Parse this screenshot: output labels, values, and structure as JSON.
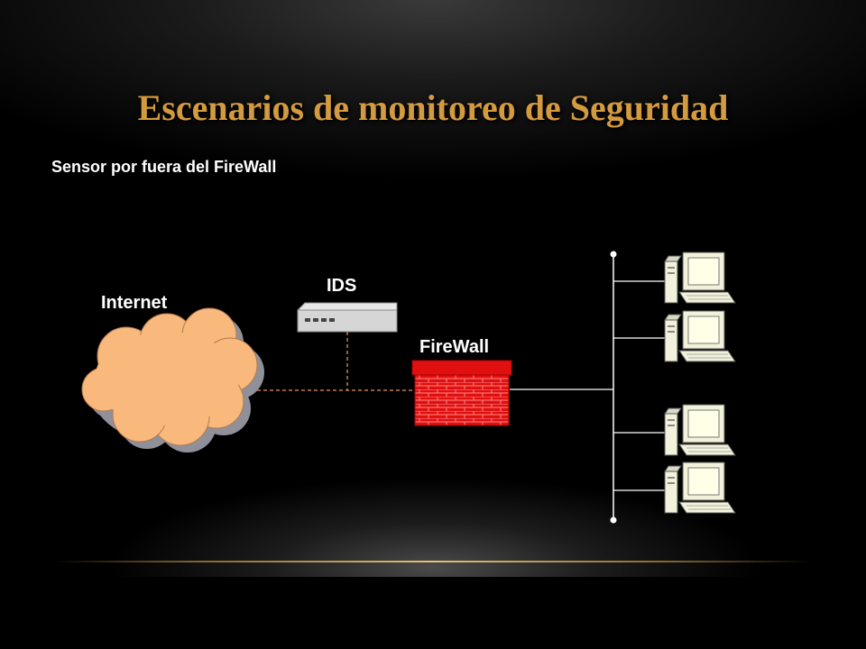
{
  "slide": {
    "title": "Escenarios de monitoreo de Seguridad",
    "subtitle": "Sensor por fuera del FireWall"
  },
  "diagram": {
    "nodes": {
      "internet": {
        "label": "Internet",
        "icon": "cloud-icon"
      },
      "ids": {
        "label": "IDS",
        "icon": "ids-appliance-icon"
      },
      "firewall": {
        "label": "FireWall",
        "icon": "brick-wall-icon"
      }
    },
    "computers": [
      {
        "icon": "computer-icon"
      },
      {
        "icon": "computer-icon"
      },
      {
        "icon": "computer-icon"
      },
      {
        "icon": "computer-icon"
      }
    ]
  },
  "colors": {
    "title": "#d49a3e",
    "cloud": "#f9b97c",
    "firewall": "#e01010",
    "dashed_link": "#c47a50"
  }
}
